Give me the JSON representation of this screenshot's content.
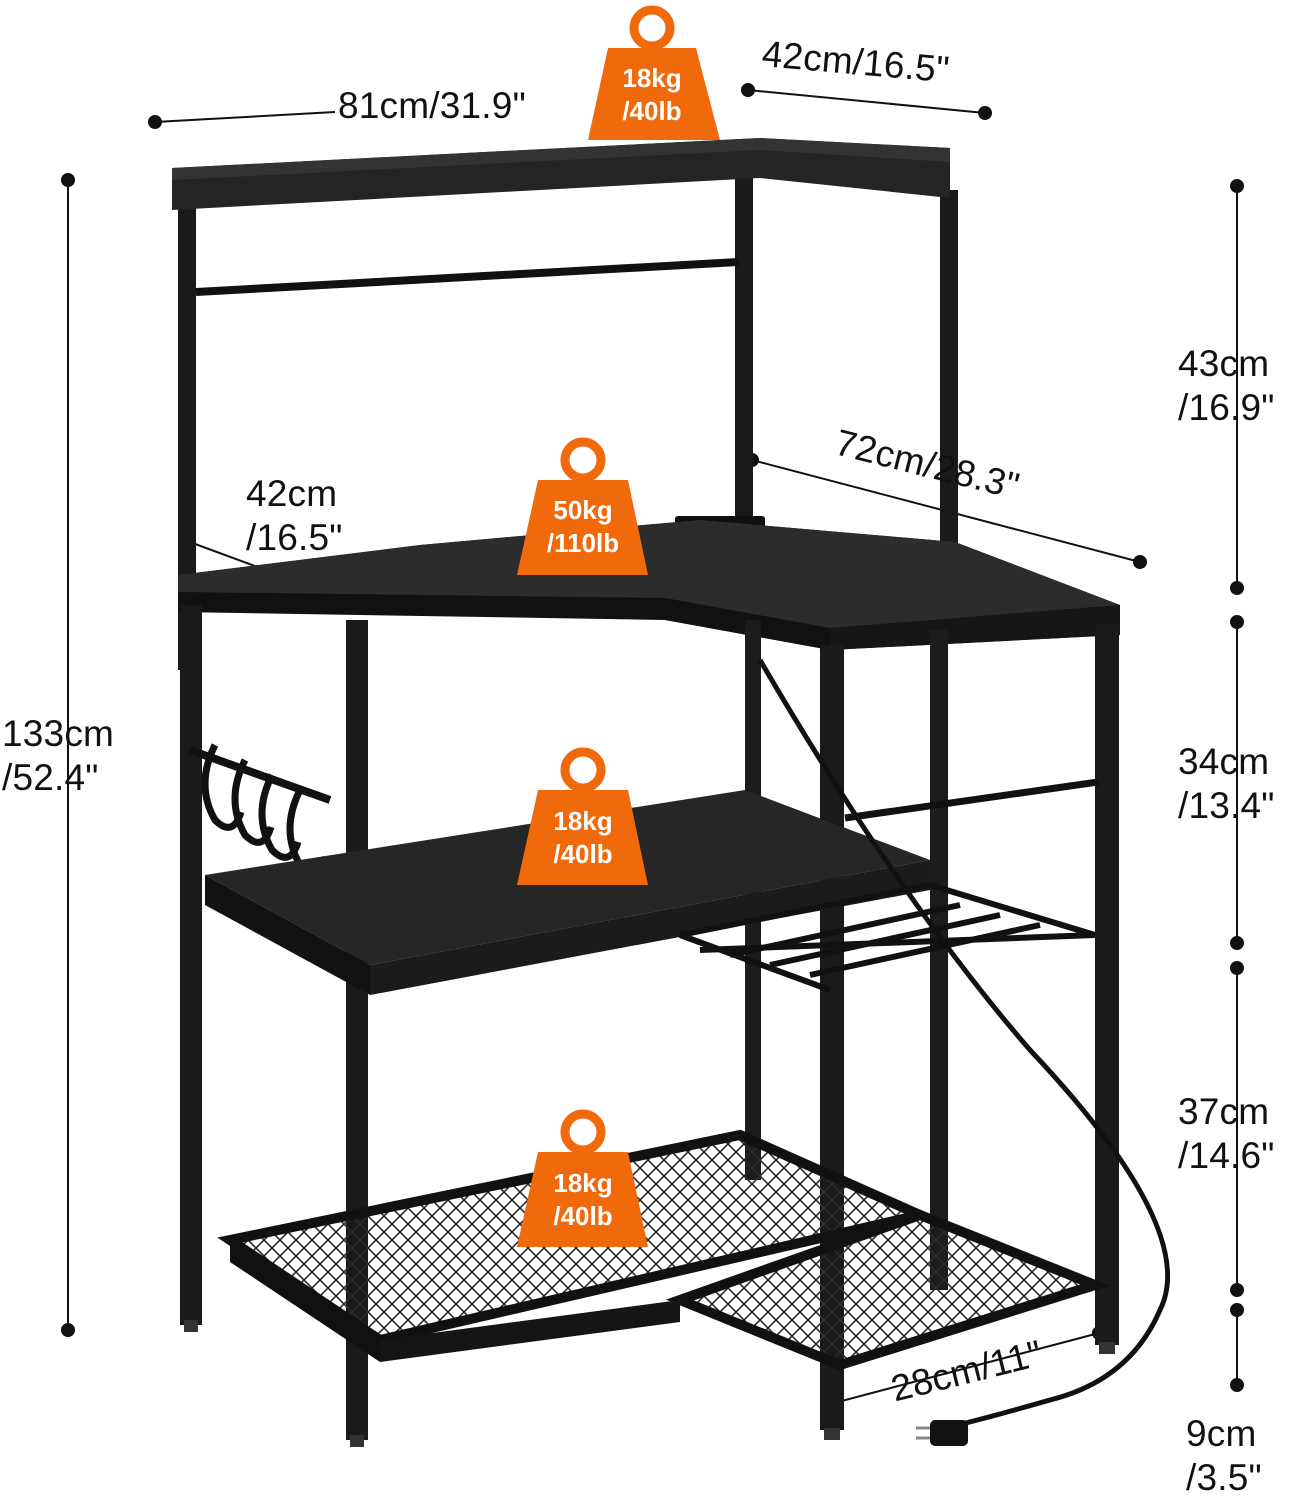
{
  "colors": {
    "frame": "#1a1a1a",
    "wood": "#242424",
    "wood_edge": "#0f0f0f",
    "badge": "#f06a0c",
    "dimension_line": "#111111"
  },
  "weight_badges": [
    {
      "line1": "18kg",
      "line2": "/40lb"
    },
    {
      "line1": "50kg",
      "line2": "/110lb"
    },
    {
      "line1": "18kg",
      "line2": "/40lb"
    },
    {
      "line1": "18kg",
      "line2": "/40lb"
    }
  ],
  "dimensions": {
    "top_width": "81cm/31.9\"",
    "top_depth": "42cm/16.5\"",
    "desk_depth_line1": "42cm",
    "desk_depth_line2": "/16.5\"",
    "desk_length": "72cm/28.3\"",
    "total_height_line1": "133cm",
    "total_height_line2": "/52.4\"",
    "hutch_height_line1": "43cm",
    "hutch_height_line2": "/16.9\"",
    "middle_gap_line1": "34cm",
    "middle_gap_line2": "/13.4\"",
    "lower_gap_line1": "37cm",
    "lower_gap_line2": "/14.6\"",
    "bottom_clearance_line1": "9cm",
    "bottom_clearance_line2": "/3.5\"",
    "side_shelf_depth": "28cm/11\""
  }
}
